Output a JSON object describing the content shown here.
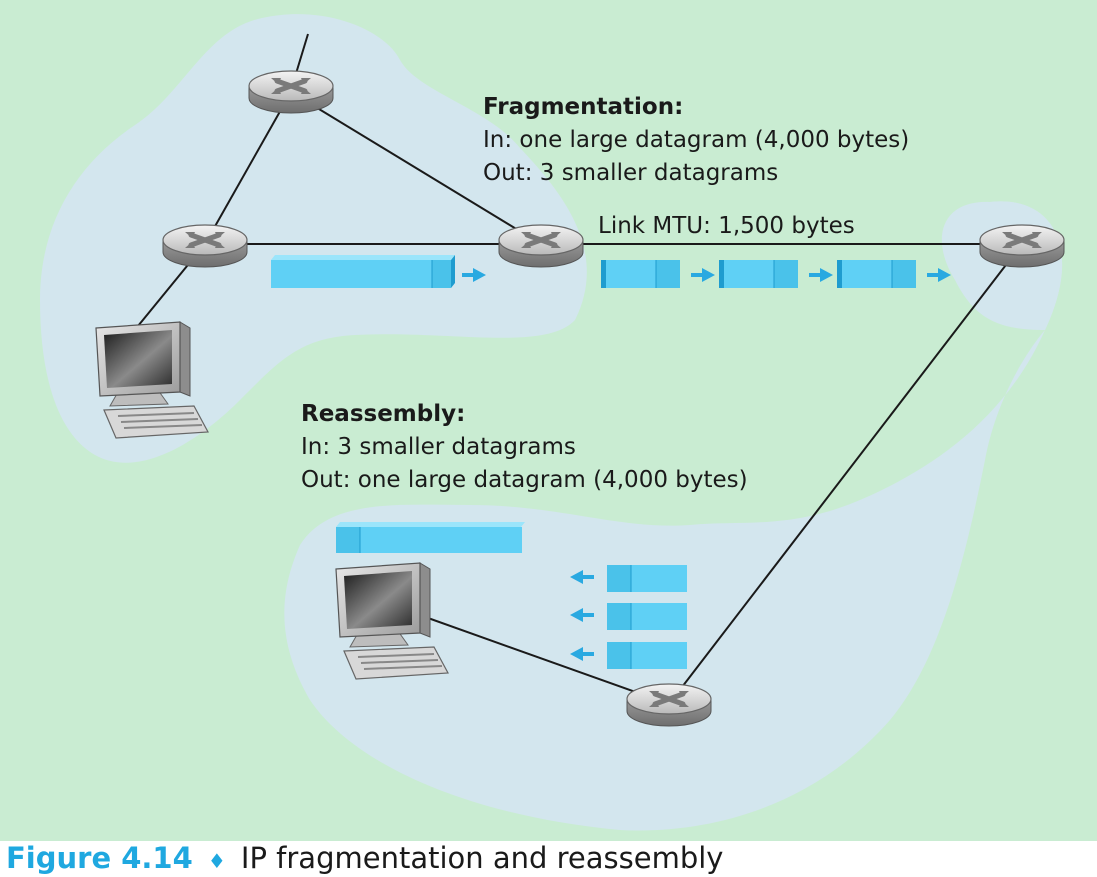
{
  "figure": {
    "fragmentation": {
      "title": "Fragmentation:",
      "in_line": "In: one large datagram (4,000 bytes)",
      "out_line": "Out: 3 smaller datagrams"
    },
    "link_mtu": "Link MTU: 1,500 bytes",
    "reassembly": {
      "title": "Reassembly:",
      "in_line": "In: 3 smaller datagrams",
      "out_line": "Out: one large datagram (4,000 bytes)"
    },
    "caption": {
      "figure_number": "Figure 4.14",
      "separator": "♦",
      "text": "IP fragmentation and reassembly"
    }
  },
  "icons": [
    "router-icon",
    "computer-icon",
    "datagram-block",
    "arrow-icon"
  ],
  "colors": {
    "background": "#c9ecd2",
    "network_cloud": "#d3e6ee",
    "datagram": "#5fd0f5",
    "caption_accent": "#1fa8e0"
  }
}
